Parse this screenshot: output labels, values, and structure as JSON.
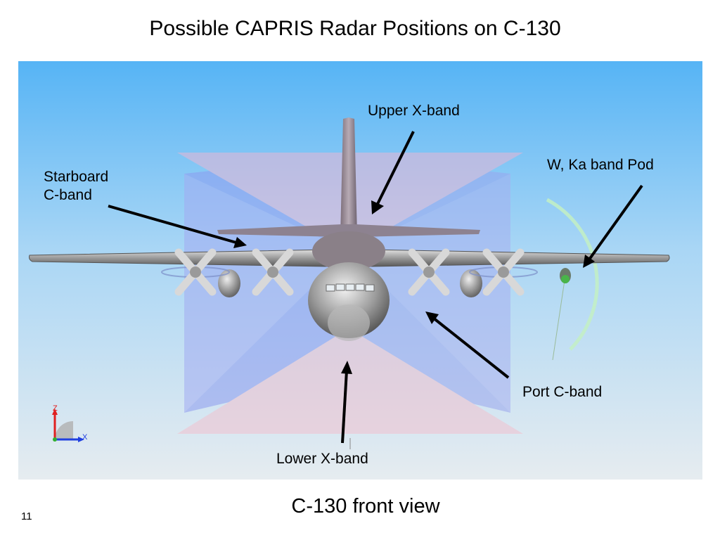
{
  "title": "Possible CAPRIS Radar Positions on C-130",
  "caption": "C-130 front view",
  "page_number": "11",
  "labels": {
    "upper_x": "Upper X-band",
    "starboard_line1": "Starboard",
    "starboard_line2": "C-band",
    "pod": "W, Ka band Pod",
    "port": "Port C-band",
    "lower_x": "Lower X-band"
  },
  "axis_triad": {
    "z": "Z",
    "x": "X"
  },
  "colors": {
    "sky_top": "#5ab6f4",
    "sky_bottom": "#e4ecf2",
    "beam_blue": "#8f9ff0",
    "beam_pink": "#f0b8c8",
    "pod_beam": "#b8f0b8",
    "arrow": "#000000"
  }
}
